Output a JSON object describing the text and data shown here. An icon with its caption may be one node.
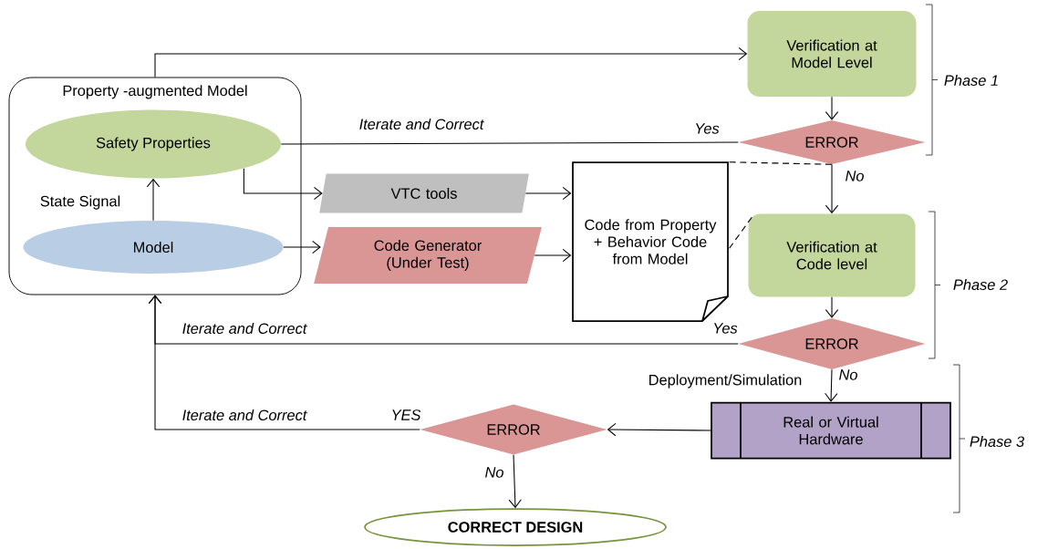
{
  "diagram": {
    "nodes": [
      {
        "text": [
          "Property -augmented Model"
        ]
      },
      {
        "text": [
          "Safety Properties"
        ],
        "in": 0
      },
      {
        "text": [
          "Model"
        ],
        "in": 0
      },
      {
        "text": [
          "VTC tools"
        ]
      },
      {
        "text": [
          "Code Generator (Under Test)"
        ]
      },
      {
        "text": [
          "Code from Property + Behavior Code from Model"
        ]
      },
      {
        "text": [
          "Verification at Model Level"
        ]
      },
      {
        "text": [
          "ERROR"
        ]
      },
      {
        "text": [
          "Verification at Code level"
        ]
      },
      {
        "text": [
          "ERROR"
        ]
      },
      {
        "text": [
          "Real or Virtual Hardware"
        ]
      },
      {
        "text": [
          "ERROR"
        ]
      },
      {
        "text": [
          "CORRECT DESIGN"
        ]
      }
    ],
    "edges": [
      {
        "from": 0,
        "to": 6,
        "arrow": "to"
      },
      {
        "from": 1,
        "to": 7,
        "arrow": "none",
        "label": "Iterate and Correct"
      },
      {
        "from": 2,
        "to": 1,
        "arrow": "to",
        "label": "State Signal"
      },
      {
        "from": 1,
        "to": 3,
        "arrow": "to"
      },
      {
        "from": 2,
        "to": 4,
        "arrow": "to"
      },
      {
        "from": 3,
        "to": 5,
        "arrow": "to"
      },
      {
        "from": 4,
        "to": 5,
        "arrow": "to"
      },
      {
        "from": 6,
        "to": 7,
        "arrow": "to"
      },
      {
        "from": 7,
        "to": 8,
        "arrow": "to",
        "label": "No"
      },
      {
        "from": 7,
        "to": 5,
        "arrow": "none",
        "style": "dashed"
      },
      {
        "from": 8,
        "to": 5,
        "arrow": "none",
        "style": "dashed"
      },
      {
        "from": 8,
        "to": 9,
        "arrow": "to"
      },
      {
        "from": 9,
        "to": 0,
        "arrow": "to",
        "label": "Iterate and Correct"
      },
      {
        "from": 9,
        "to": 10,
        "arrow": "to",
        "label": "No"
      },
      {
        "from": 10,
        "to": 11,
        "arrow": "to"
      },
      {
        "from": 11,
        "to": 0,
        "arrow": "to",
        "label": "Iterate and Correct"
      },
      {
        "from": 11,
        "to": 12,
        "arrow": "to",
        "label": "No"
      }
    ],
    "labels": [
      "Phase 1",
      "Yes",
      "Phase 2",
      "Yes",
      "Deployment/Simulation",
      "Phase 3",
      "YES"
    ]
  }
}
